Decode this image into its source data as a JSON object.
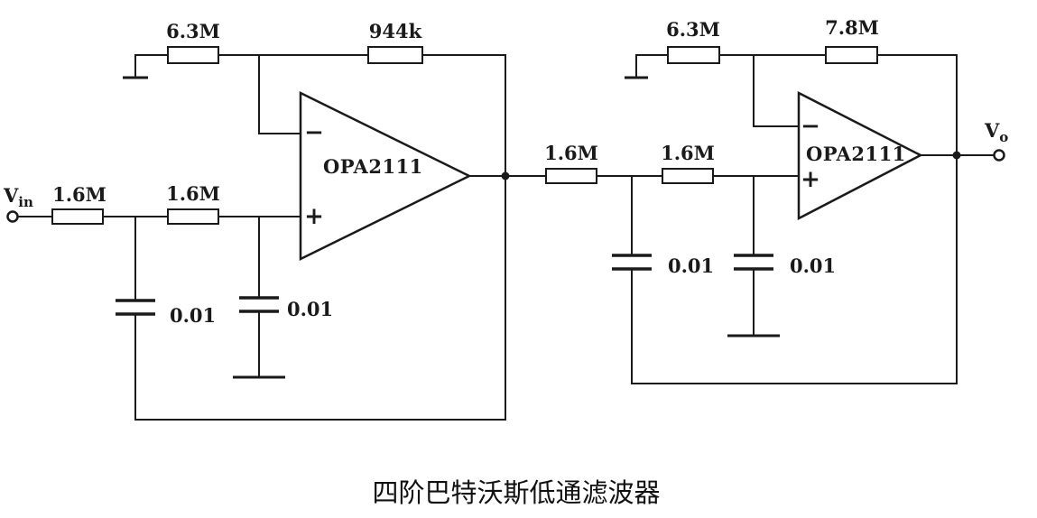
{
  "caption": "四阶巴特沃斯低通滤波器",
  "colors": {
    "ink": "#1a1a1a",
    "background": "#ffffff"
  },
  "stage1": {
    "input_label": {
      "main": "V",
      "sub": "in"
    },
    "resistor_ground": "6.3M",
    "resistor_feedback": "944k",
    "resistor_series_1": "1.6M",
    "resistor_series_2": "1.6M",
    "capacitor_feedback": "0.01",
    "capacitor_ground": "0.01",
    "opamp_label": "OPA2111",
    "minus_sign": "−",
    "plus_sign": "+"
  },
  "stage2": {
    "resistor_ground": "6.3M",
    "resistor_feedback": "7.8M",
    "resistor_series_1": "1.6M",
    "resistor_series_2": "1.6M",
    "capacitor_feedback": "0.01",
    "capacitor_ground": "0.01",
    "opamp_label": "OPA2111",
    "minus_sign": "−",
    "plus_sign": "+",
    "output_label": {
      "main": "V",
      "sub": "o"
    }
  }
}
